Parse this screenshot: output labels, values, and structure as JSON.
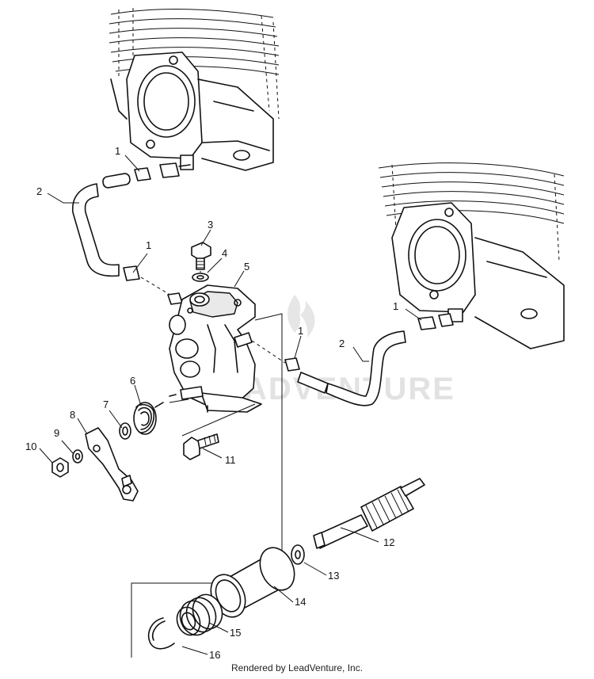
{
  "diagram": {
    "callouts": {
      "c1a": "1",
      "c2a": "2",
      "c1b": "1",
      "c3": "3",
      "c4": "4",
      "c5": "5",
      "c1c": "1",
      "c2b": "2",
      "c1d": "1",
      "c6": "6",
      "c7": "7",
      "c8": "8",
      "c9": "9",
      "c10": "10",
      "c11": "11",
      "c12": "12",
      "c13": "13",
      "c14": "14",
      "c15": "15",
      "c16": "16"
    },
    "watermark": "ADVENTURE"
  },
  "footer": {
    "credit": "Rendered by LeadVenture, Inc."
  }
}
